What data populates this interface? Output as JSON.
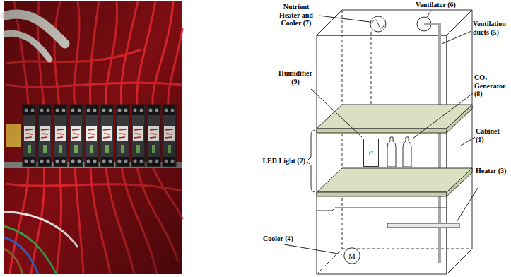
{
  "diagram": {
    "nodes": [
      {
        "text": [
          "t°"
        ]
      },
      {
        "text": [
          "M"
        ]
      }
    ],
    "edges": [],
    "labels": [
      "Nutrient Heater and Cooler (7)",
      "Ventilator (6)",
      "Ventilation ducts (5)",
      "Humidifier (9)",
      "CO₂ Generator (8)",
      "Cabinet (1)",
      "LED Light (2)",
      "Heater (3)",
      "Cooler (4)"
    ]
  }
}
